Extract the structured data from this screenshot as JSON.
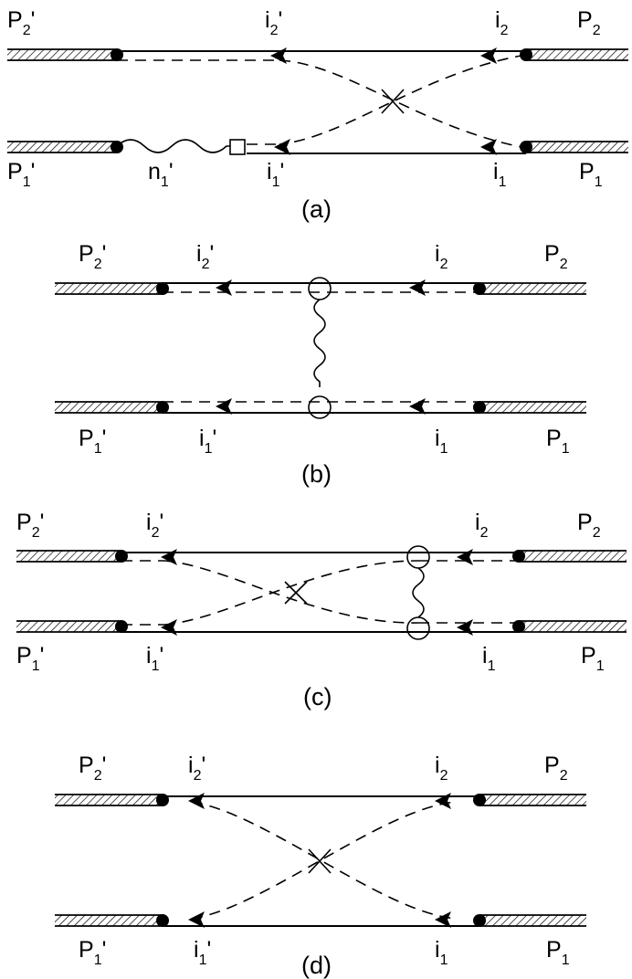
{
  "panels": [
    {
      "id": "a",
      "caption": "(a)",
      "labels": {
        "P2p": "P",
        "P2p_sub": "2",
        "P2p_prime": "'",
        "i2p": "i",
        "i2p_sub": "2",
        "i2p_prime": "'",
        "i2": "i",
        "i2_sub": "2",
        "P2": "P",
        "P2_sub": "2",
        "P1p": "P",
        "P1p_sub": "1",
        "P1p_prime": "'",
        "n1p": "n",
        "n1p_sub": "1",
        "n1p_prime": "'",
        "i1p": "i",
        "i1p_sub": "1",
        "i1p_prime": "'",
        "i1": "i",
        "i1_sub": "1",
        "P1": "P",
        "P1_sub": "1"
      }
    },
    {
      "id": "b",
      "caption": "(b)",
      "labels": {
        "P2p": "P",
        "P2p_sub": "2",
        "P2p_prime": "'",
        "i2p": "i",
        "i2p_sub": "2",
        "i2p_prime": "'",
        "i2": "i",
        "i2_sub": "2",
        "P2": "P",
        "P2_sub": "2",
        "P1p": "P",
        "P1p_sub": "1",
        "P1p_prime": "'",
        "i1p": "i",
        "i1p_sub": "1",
        "i1p_prime": "'",
        "i1": "i",
        "i1_sub": "1",
        "P1": "P",
        "P1_sub": "1"
      }
    },
    {
      "id": "c",
      "caption": "(c)",
      "labels": {
        "P2p": "P",
        "P2p_sub": "2",
        "P2p_prime": "'",
        "i2p": "i",
        "i2p_sub": "2",
        "i2p_prime": "'",
        "i2": "i",
        "i2_sub": "2",
        "P2": "P",
        "P2_sub": "2",
        "P1p": "P",
        "P1p_sub": "1",
        "P1p_prime": "'",
        "i1p": "i",
        "i1p_sub": "1",
        "i1p_prime": "'",
        "i1": "i",
        "i1_sub": "1",
        "P1": "P",
        "P1_sub": "1"
      }
    },
    {
      "id": "d",
      "caption": "(d)",
      "labels": {
        "P2p": "P",
        "P2p_sub": "2",
        "P2p_prime": "'",
        "i2p": "i",
        "i2p_sub": "2",
        "i2p_prime": "'",
        "i2": "i",
        "i2_sub": "2",
        "P2": "P",
        "P2_sub": "2",
        "P1p": "P",
        "P1p_sub": "1",
        "P1p_prime": "'",
        "i1p": "i",
        "i1p_sub": "1",
        "i1p_prime": "'",
        "i1": "i",
        "i1_sub": "1",
        "P1": "P",
        "P1_sub": "1"
      }
    }
  ]
}
